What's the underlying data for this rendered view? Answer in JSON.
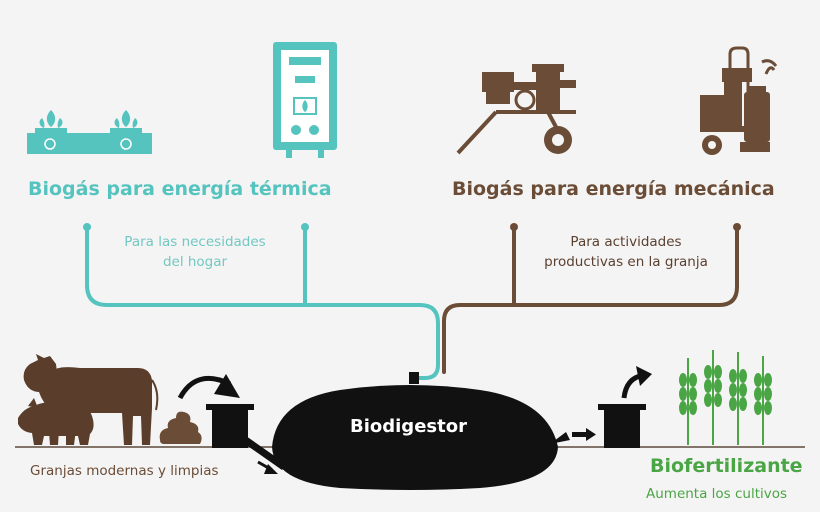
{
  "thermal": {
    "title": "Biogás para energía térmica",
    "subtitle_line1": "Para las necesidades",
    "subtitle_line2": "del hogar"
  },
  "mechanical": {
    "title": "Biogás para energía mecánica",
    "subtitle_line1": "Para actividades",
    "subtitle_line2": "productivas en la granja"
  },
  "farm": {
    "caption": "Granjas modernas y limpias"
  },
  "digester": {
    "label": "Biodigestor"
  },
  "fertilizer": {
    "title": "Biofertilizante",
    "subtitle": "Aumenta los cultivos"
  },
  "colors": {
    "teal": "#55c3be",
    "brown": "#6b4c36",
    "green": "#4aa544",
    "black": "#111111"
  },
  "icons": [
    "gas-stove-icon",
    "water-heater-icon",
    "engine-cart-icon",
    "milking-machine-icon",
    "cow-icon",
    "pig-icon",
    "manure-icon",
    "wheat-icon"
  ]
}
